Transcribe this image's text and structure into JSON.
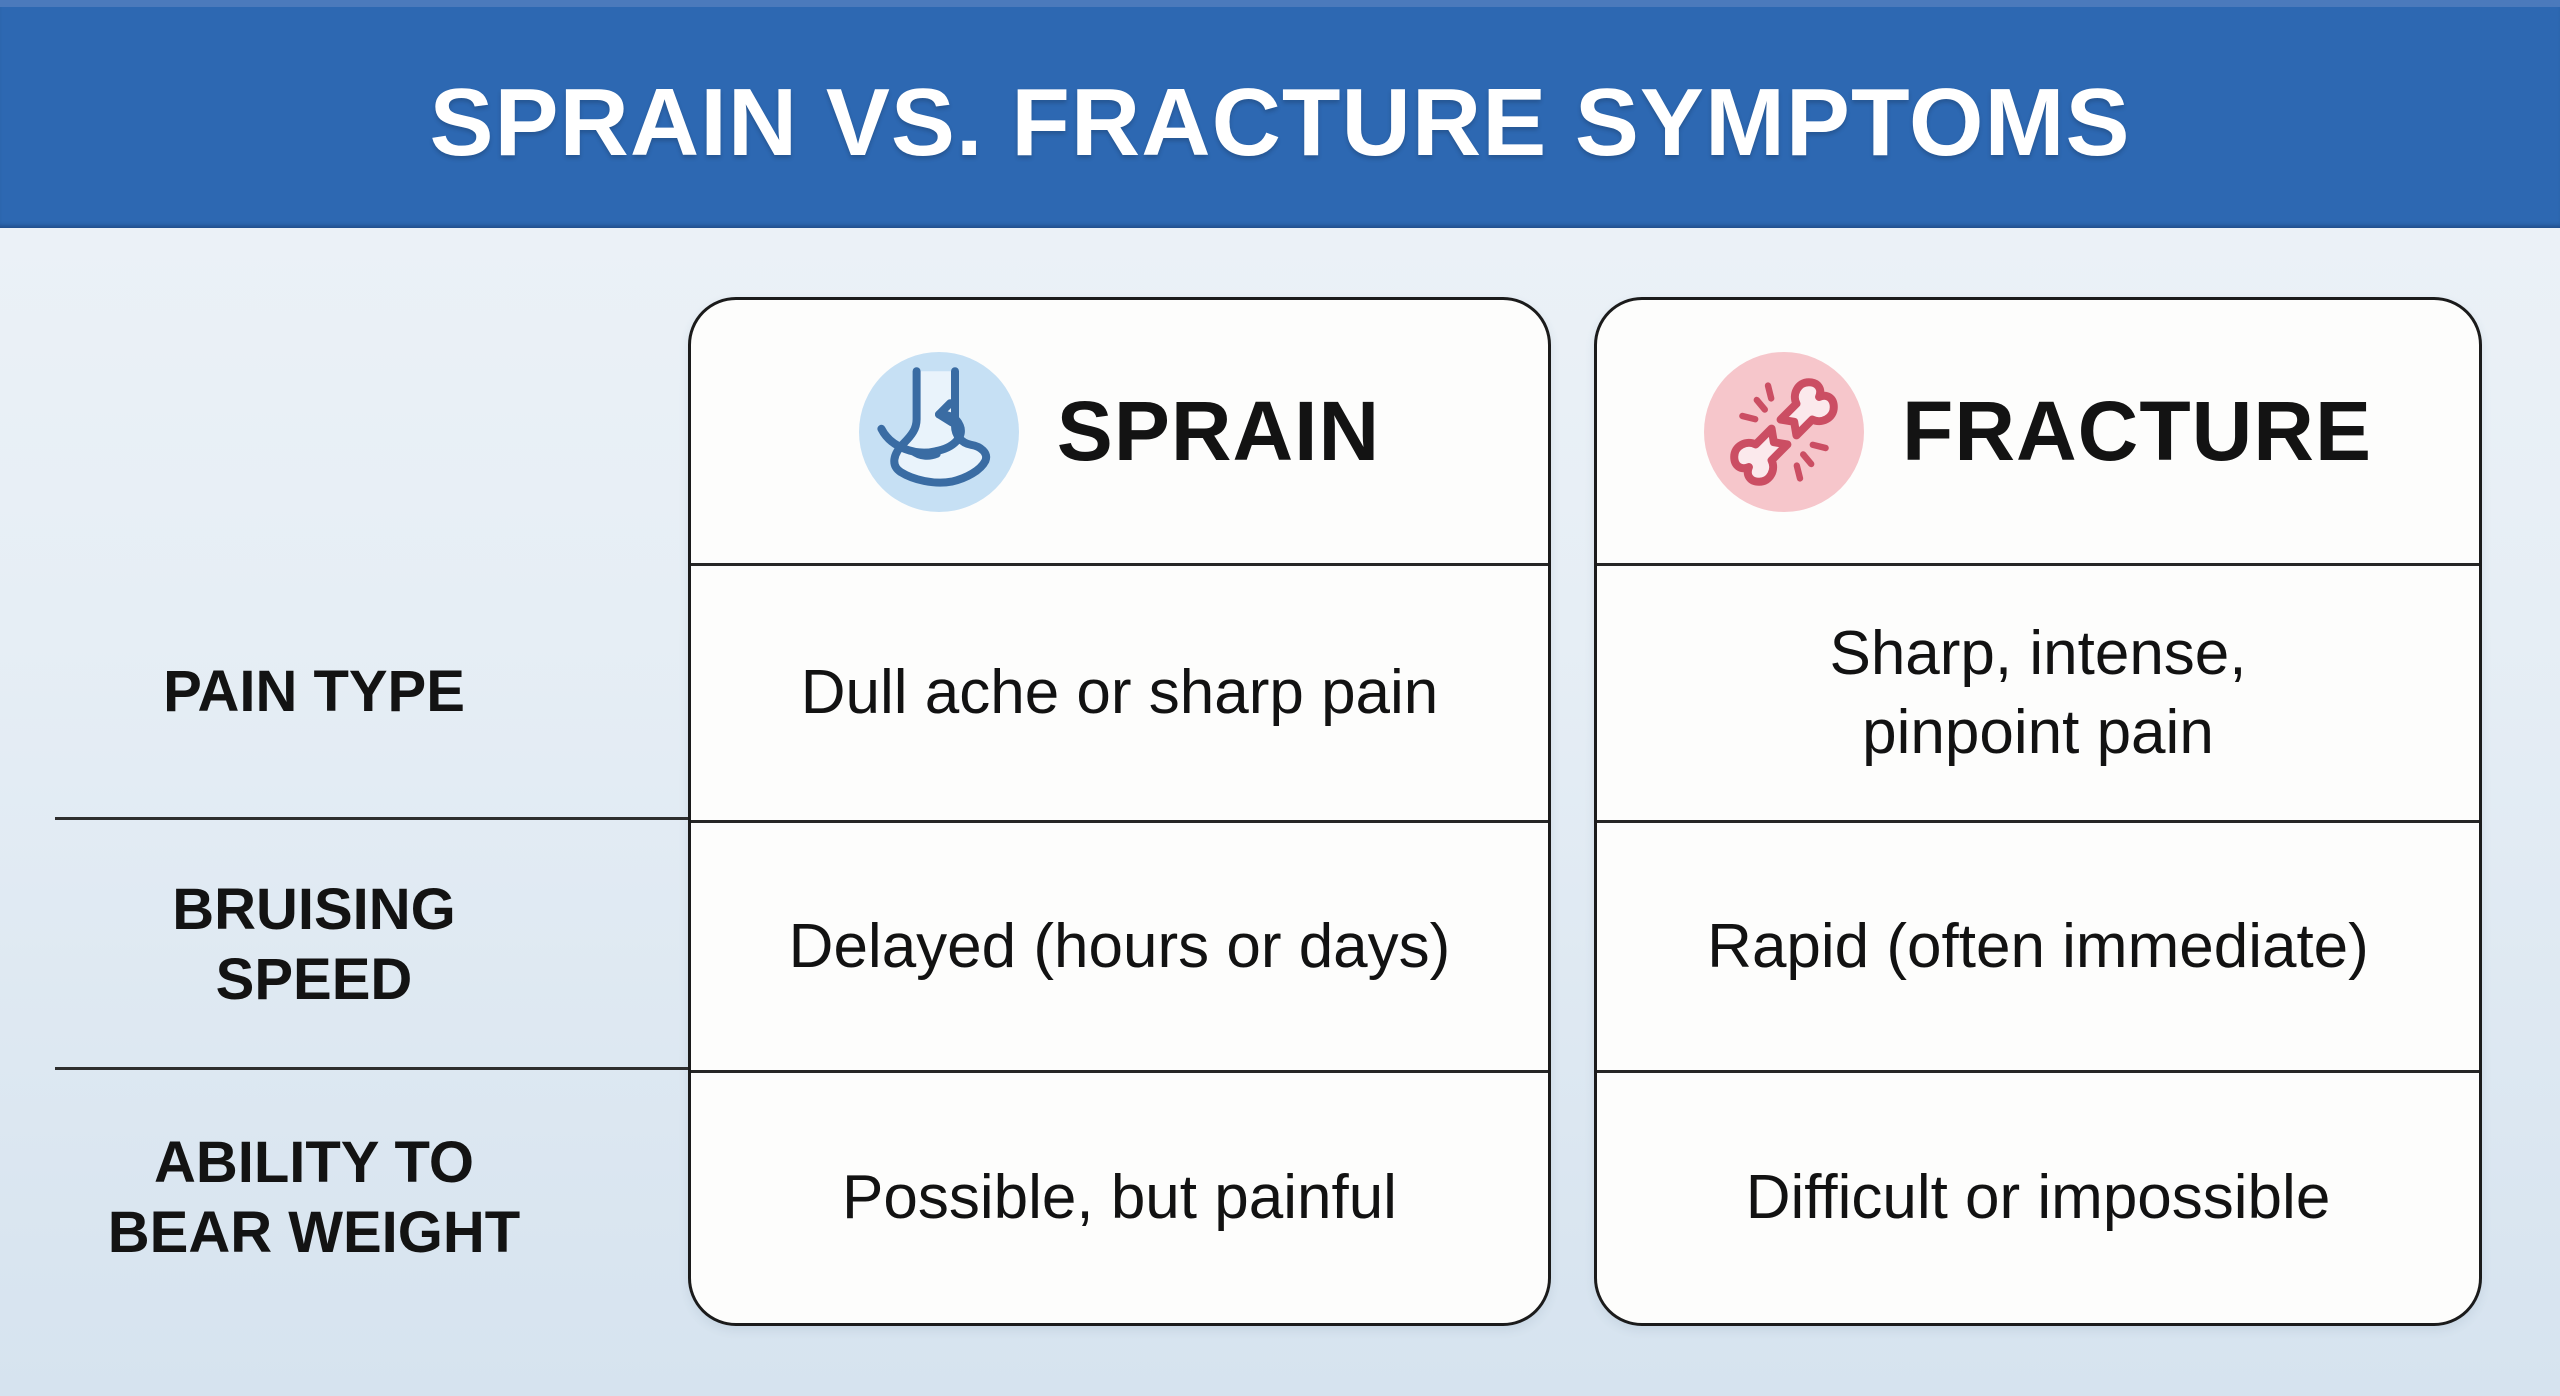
{
  "title": "SPRAIN VS. FRACTURE SYMPTOMS",
  "row_labels": [
    "PAIN TYPE",
    "BRUISING SPEED",
    "ABILITY TO BEAR WEIGHT"
  ],
  "columns": [
    {
      "label": "SPRAIN",
      "icon": "sprained-ankle-icon",
      "cells": [
        "Dull ache or sharp pain",
        "Delayed (hours or days)",
        "Possible, but painful"
      ]
    },
    {
      "label": "FRACTURE",
      "icon": "broken-bone-icon",
      "cells": [
        "Sharp, intense, pinpoint pain",
        "Rapid (often immediate)",
        "Difficult or impossible"
      ]
    }
  ],
  "colors": {
    "header_bg": "#2d68b2",
    "page_bg_top": "#eef3f8",
    "page_bg_bottom": "#d6e3ef",
    "card_bg": "#fdfdfc",
    "card_border": "#1b1b1b",
    "divider": "#2e2e2e",
    "text": "#131313",
    "title_text": "#ffffff",
    "sprain_icon_bg": "#c6e0f4",
    "sprain_icon_stroke": "#3a6ca3",
    "fracture_icon_bg": "#f6c6cb",
    "fracture_icon_stroke": "#cb4e63"
  }
}
